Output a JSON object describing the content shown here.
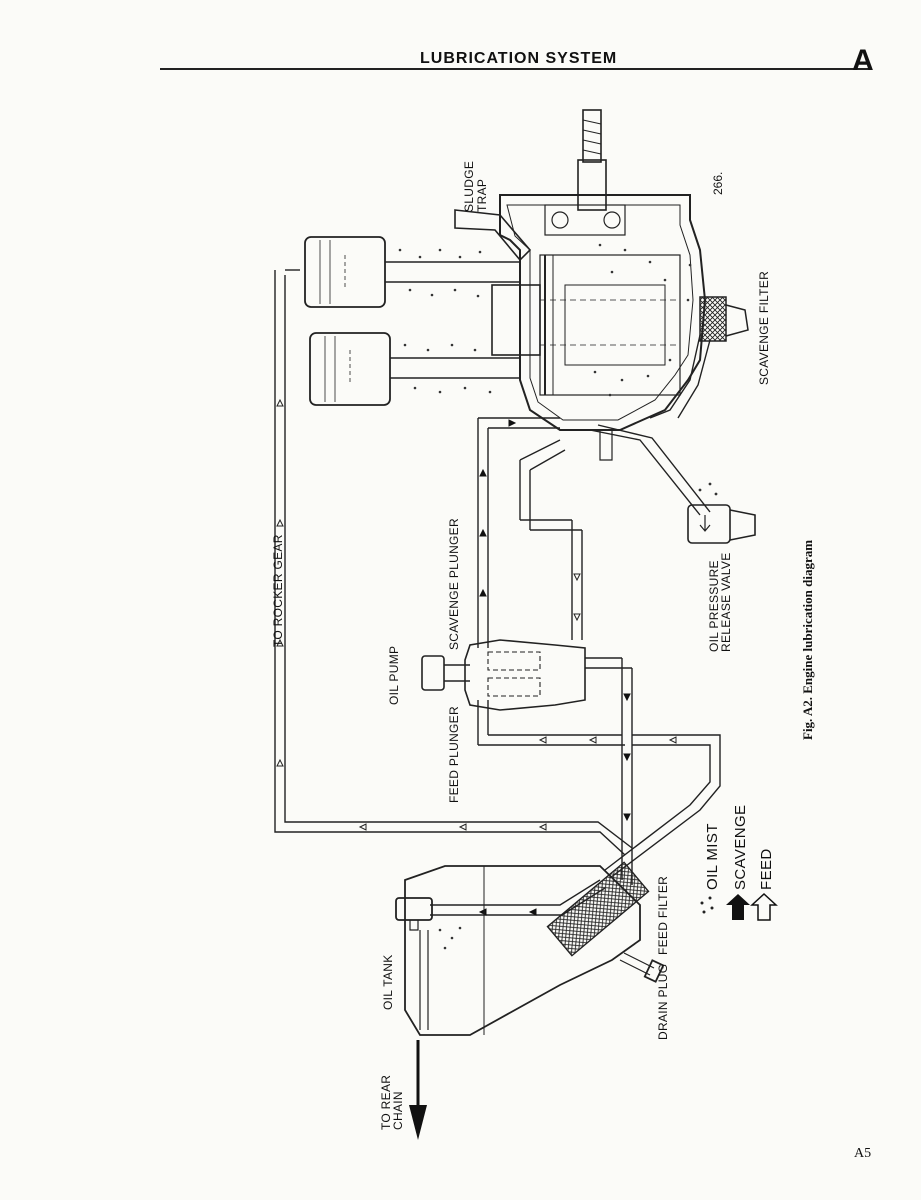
{
  "header": {
    "title": "LUBRICATION SYSTEM",
    "section": "A"
  },
  "figure": {
    "caption": "Fig. A2.  Engine lubrication diagram",
    "number": "266.",
    "labels": {
      "sludge_trap": [
        "SLUDGE",
        "TRAP"
      ],
      "scavenge_filter": "SCAVENGE FILTER",
      "oil_pressure_release_valve": [
        "OIL PRESSURE",
        "RELEASE VALVE"
      ],
      "to_rocker_gear": "TO ROCKER GEAR",
      "scavenge_plunger": "SCAVENGE PLUNGER",
      "oil_pump": "OIL PUMP",
      "feed_plunger": "FEED PLUNGER",
      "oil_tank": "OIL TANK",
      "feed_filter": "FEED FILTER",
      "drain_plug": "DRAIN PLUG",
      "to_rear_chain": [
        "TO REAR",
        "CHAIN"
      ]
    },
    "legend": [
      {
        "symbol": "oil-mist-dots-icon",
        "label": "OIL MIST"
      },
      {
        "symbol": "solid-arrow-icon",
        "label": "SCAVENGE"
      },
      {
        "symbol": "hollow-arrow-icon",
        "label": "FEED"
      }
    ]
  },
  "page": {
    "number": "A5"
  }
}
